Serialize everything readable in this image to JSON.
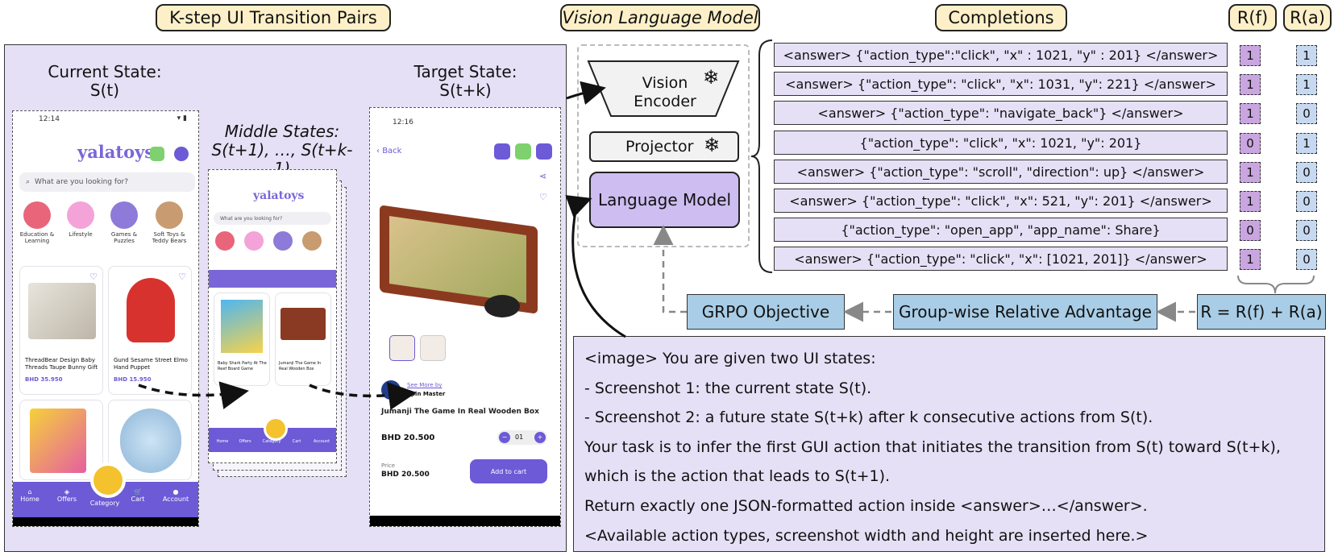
{
  "titles": {
    "pairs": "K-step UI Transition Pairs",
    "vlm": "Vision Language Model",
    "completions": "Completions",
    "rf": "R(f)",
    "ra": "R(a)"
  },
  "states": {
    "current_line1": "Current State:",
    "current_line2": "S(t)",
    "middle_line1": "Middle States:",
    "middle_line2": "S(t+1), …, S(t+k-1)",
    "target_line1": "Target State:",
    "target_line2": "S(t+k)"
  },
  "phone_current": {
    "time": "12:14",
    "logo": "yalatoys",
    "search_placeholder": "What are you looking for?",
    "categories": [
      {
        "label": "Education & Learning",
        "color": "#e9657a"
      },
      {
        "label": "Lifestyle",
        "color": "#f3a3d8"
      },
      {
        "label": "Games & Puzzles",
        "color": "#8e7ad8"
      },
      {
        "label": "Soft Toys & Teddy Bears",
        "color": "#c89b70"
      }
    ],
    "product1_name": "ThreadBear Design Baby Threads Taupe Bunny Gift",
    "product1_price": "BHD 35.950",
    "product2_name": "Gund Sesame Street Elmo Hand Puppet",
    "product2_price": "BHD 15.950",
    "nav": [
      "Home",
      "Offers",
      "Category",
      "Cart",
      "Account"
    ]
  },
  "phone_middle": {
    "logo": "yalatoys",
    "search_placeholder": "What are you looking for?",
    "product1_name": "Baby Shark Party At The Reef Board Game",
    "product2_name": "Jumanji The Game In Real Wooden Box",
    "nav": [
      "Home",
      "Offers",
      "Category",
      "Cart",
      "Account"
    ]
  },
  "phone_target": {
    "time": "12:16",
    "back": "Back",
    "see_more": "See More by",
    "brand": "Spin Master",
    "product_name": "Jumanji The Game In Real Wooden Box",
    "price": "BHD 20.500",
    "qty": "01",
    "price_label": "Price",
    "price_bottom": "BHD 20.500",
    "add_to_cart": "Add to cart"
  },
  "vlm": {
    "vision_encoder": "Vision Encoder",
    "projector": "Projector",
    "language_model": "Language Model",
    "snowflake": "❄"
  },
  "completions": [
    {
      "text": "<answer> {\"action_type\":\"click\", \"x\" : 1021, \"y\" : 201} </answer>",
      "rf": "1",
      "ra": "1"
    },
    {
      "text": "<answer> {\"action_type\": \"click\", \"x\": 1031, \"y\": 221} </answer>",
      "rf": "1",
      "ra": "1"
    },
    {
      "text": "<answer> {\"action_type\": \"navigate_back\"} </answer>",
      "rf": "1",
      "ra": "0"
    },
    {
      "text": "{\"action_type\": \"click\", \"x\": 1021, \"y\": 201}",
      "rf": "0",
      "ra": "1"
    },
    {
      "text": "<answer> {\"action_type\": \"scroll\", \"direction\": up} </answer>",
      "rf": "1",
      "ra": "0"
    },
    {
      "text": "<answer> {\"action_type\": \"click\", \"x\": 521, \"y\": 201} </answer>",
      "rf": "1",
      "ra": "0"
    },
    {
      "text": "{\"action_type\": \"open_app\", \"app_name\": Share}",
      "rf": "0",
      "ra": "0"
    },
    {
      "text": "<answer> {\"action_type\": \"click\", \"x\": [1021, 201]} </answer>",
      "rf": "1",
      "ra": "0"
    }
  ],
  "objective": {
    "grpo": "GRPO Objective",
    "advantage": "Group-wise Relative Advantage",
    "reward": "R = R(f) + R(a)"
  },
  "prompt": [
    "<image> You are given two UI states:",
    "-    Screenshot 1: the current state S(t).",
    "-    Screenshot 2: a future state S(t+k) after k consecutive actions from S(t).",
    "Your task is to infer the first GUI action that initiates the transition from S(t) toward S(t+k),",
    "which is the action that leads to S(t+1).",
    "Return exactly one JSON-formatted action inside <answer>…</answer>.",
    "<Available action types, screenshot width and height are inserted here.>"
  ],
  "colors": {
    "panel_bg": "#e6e0f6",
    "title_bg": "#fdf0c8",
    "accent_purple": "#6c5ad6",
    "objective_blue": "#a9cde6",
    "lm_purple": "#cdbdf0"
  }
}
